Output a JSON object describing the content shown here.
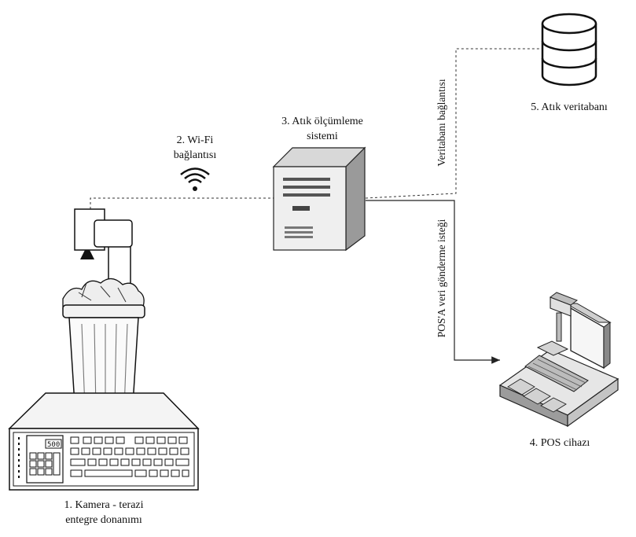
{
  "nodes": {
    "camera_scale": {
      "label_line1": "1. Kamera - terazi",
      "label_line2": "entegre donanımı",
      "display_value": "500"
    },
    "wifi": {
      "label_line1": "2. Wi-Fi",
      "label_line2": "bağlantısı"
    },
    "system": {
      "label_line1": "3. Atık ölçümleme",
      "label_line2": "sistemi"
    },
    "pos": {
      "label": "4. POS cihazı"
    },
    "database": {
      "label": "5. Atık veritabanı"
    }
  },
  "edges": {
    "db_connection": {
      "label": "Veritabanı bağlantısı"
    },
    "pos_request": {
      "label": "POS'A veri gönderme isteği"
    }
  }
}
